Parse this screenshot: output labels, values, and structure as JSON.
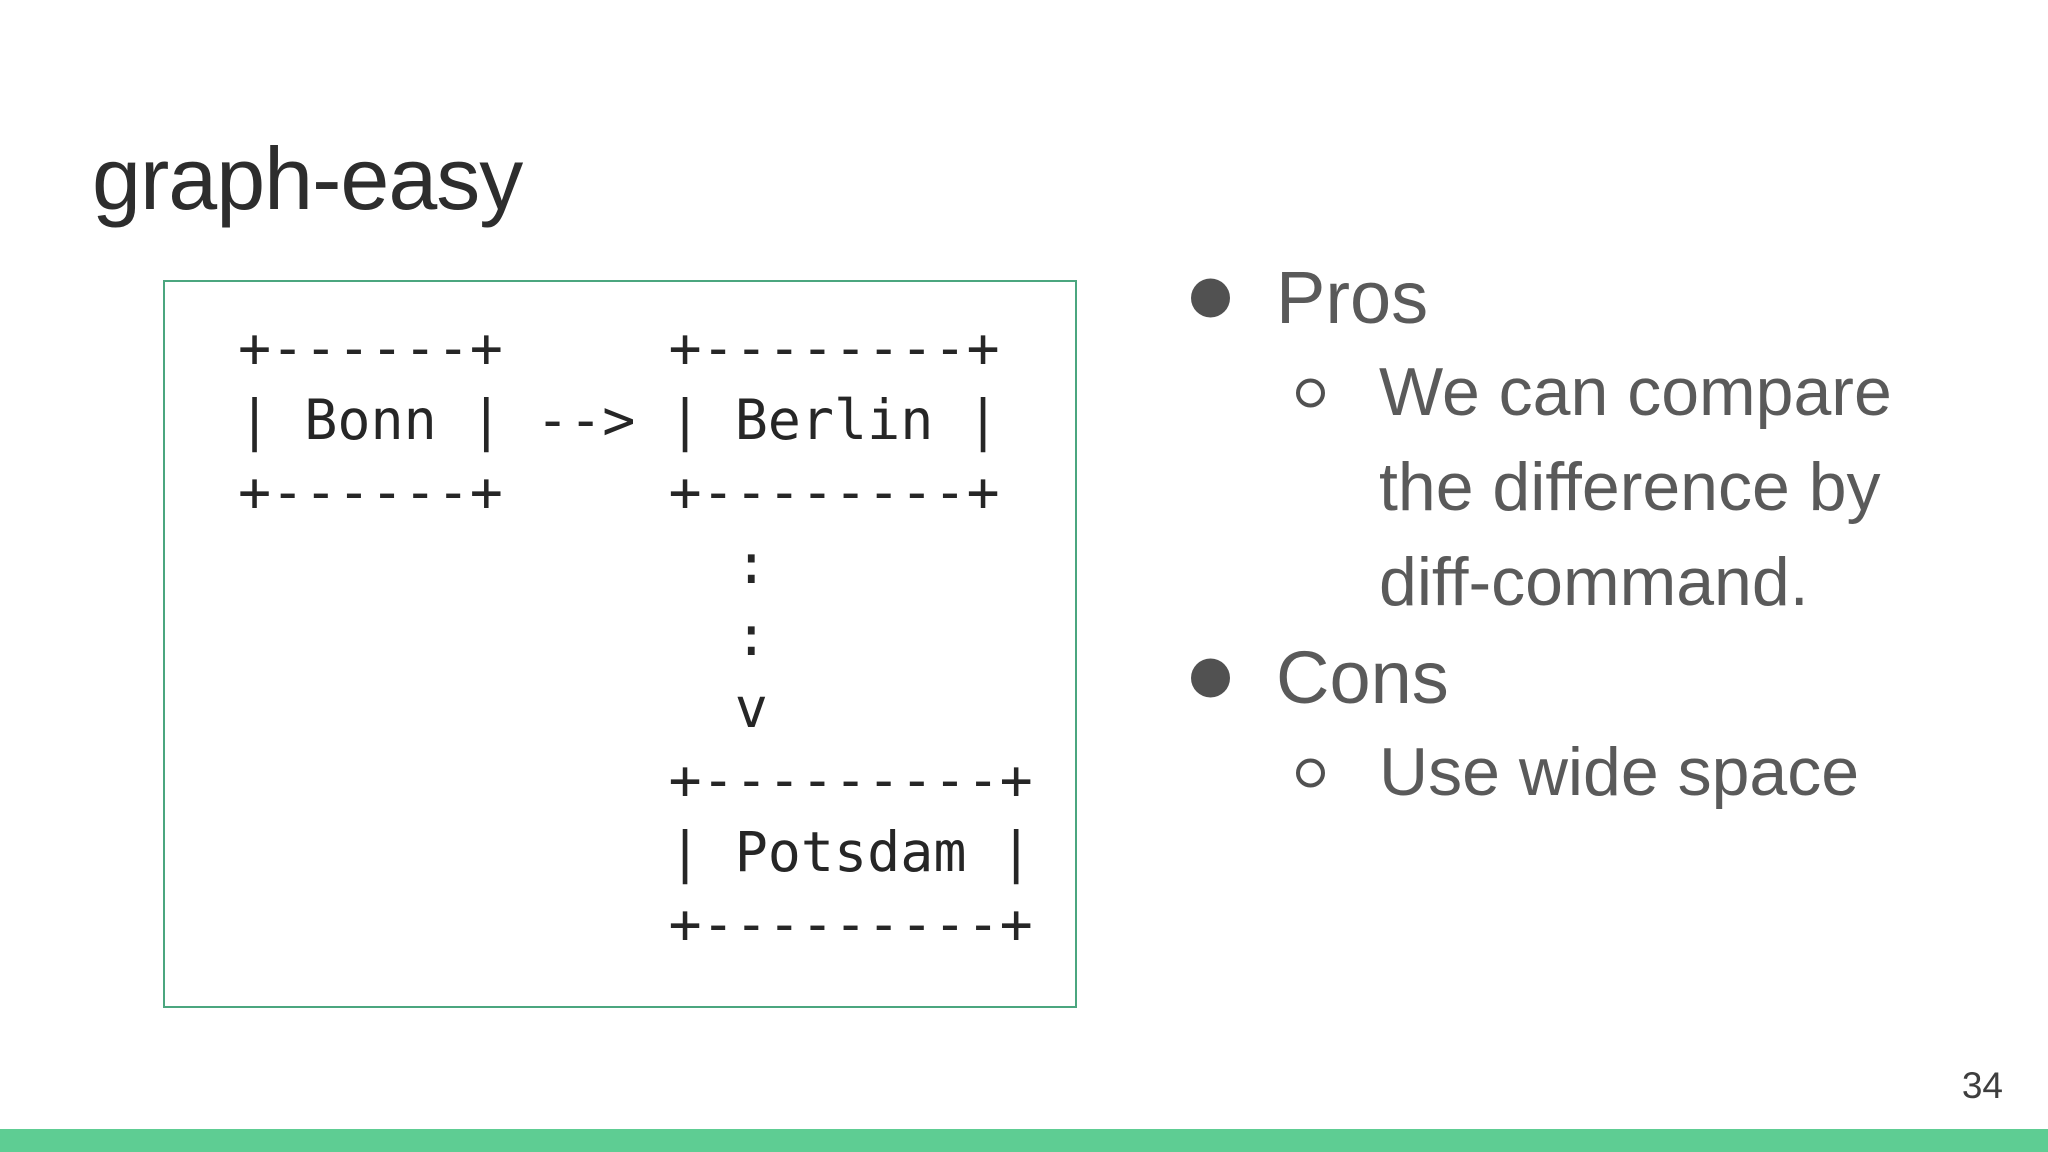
{
  "slide": {
    "title": "graph-easy",
    "page_number": "34"
  },
  "diagram": {
    "description": "graph-easy ASCII output of a directed graph",
    "nodes": [
      "Bonn",
      "Berlin",
      "Potsdam"
    ],
    "edges": [
      "Bonn --> Berlin",
      "Berlin ..> Potsdam"
    ],
    "ascii_lines": [
      "+------+     +--------+",
      "| Bonn | --> | Berlin |",
      "+------+     +--------+",
      "               :",
      "               :",
      "               v",
      "             +---------+",
      "             | Potsdam |",
      "             +---------+"
    ]
  },
  "list": {
    "rows": [
      {
        "bullet": "filled",
        "level": 1,
        "text": "Pros"
      },
      {
        "bullet": "hollow",
        "level": 2,
        "text": "We can compare"
      },
      {
        "bullet": "none",
        "level": 2,
        "text": "the difference by"
      },
      {
        "bullet": "none",
        "level": 2,
        "text": "diff-command."
      },
      {
        "bullet": "filled",
        "level": 1,
        "text": "Cons"
      },
      {
        "bullet": "hollow",
        "level": 2,
        "text": "Use wide space"
      }
    ],
    "items": [
      {
        "level": 1,
        "text": "Pros"
      },
      {
        "level": 2,
        "text": "We can compare the difference by diff-command."
      },
      {
        "level": 1,
        "text": "Cons"
      },
      {
        "level": 2,
        "text": "Use wide space"
      }
    ]
  },
  "colors": {
    "footer_accent_green": "#5ecd93",
    "panel_border_green": "#4ba67f",
    "title_text": "#2d2d2d",
    "body_text": "#5a5a5a",
    "ascii_text": "#262626",
    "bullet_gray": "#515151"
  }
}
